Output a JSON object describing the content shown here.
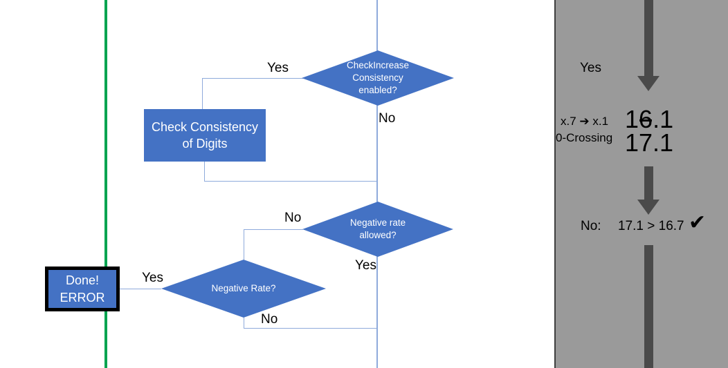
{
  "diagram": {
    "title": "Rate check flowchart",
    "accent_blue": "#4472C4",
    "connector_blue": "#8EAADB",
    "green_line": "#00A450",
    "panel_gray": "#9a9a9a",
    "arrow_gray": "#4a4a4a",
    "nodes": {
      "check_increase_decision": {
        "type": "decision",
        "line1": "CheckIncrease",
        "line2": "Consistency",
        "line3": "enabled?"
      },
      "check_consistency_box": {
        "type": "process",
        "line1": "Check Consistency",
        "line2": "of Digits"
      },
      "negative_rate_allowed_decision": {
        "type": "decision",
        "line1": "Negative rate",
        "line2": "allowed?"
      },
      "negative_rate_decision": {
        "type": "decision",
        "line1": "Negative Rate?"
      },
      "done_error_box": {
        "type": "terminator",
        "line1": "Done!",
        "line2": "ERROR"
      }
    },
    "edge_labels": {
      "check_increase_yes": "Yes",
      "check_increase_no": "No",
      "negative_allowed_no": "No",
      "negative_allowed_yes": "Yes",
      "negative_rate_yes": "Yes",
      "negative_rate_no": "No"
    }
  },
  "panel": {
    "yes_label": "Yes",
    "rounding_label": "x.7 ➔ x.1",
    "zero_crossing_label": "0-Crossing",
    "value_before": {
      "prefix": "1",
      "struck": "6",
      "suffix": ".1"
    },
    "value_after": "17.1",
    "comparison_prefix": "No:",
    "comparison": "17.1 > 16.7",
    "check_glyph": "✔"
  }
}
